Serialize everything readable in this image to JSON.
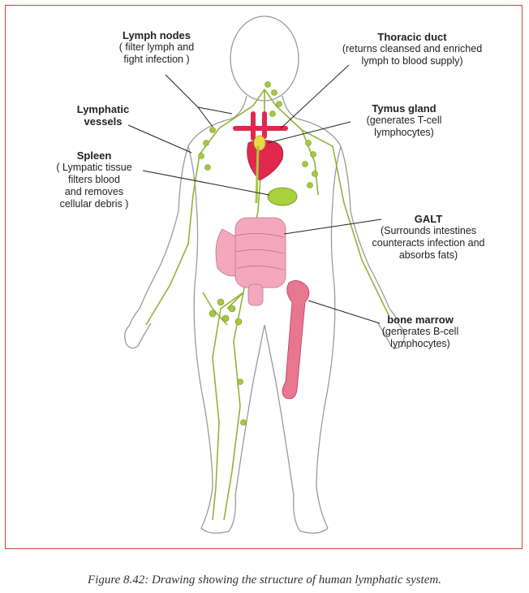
{
  "labels": {
    "lymph_nodes": {
      "title": "Lymph nodes",
      "desc": [
        "( filter lymph and",
        "fight infection )"
      ]
    },
    "lymphatic_vessels": {
      "title": "Lymphatic",
      "title2": "vessels"
    },
    "spleen": {
      "title": "Spleen",
      "desc": [
        "( Lympatic tissue",
        "filters blood",
        "and removes",
        "cellular debris )"
      ]
    },
    "thoracic_duct": {
      "title": "Thoracic duct",
      "desc": [
        "(returns cleansed and enriched",
        "lymph to blood supply)"
      ]
    },
    "thymus": {
      "title": "Tymus gland",
      "desc": [
        "(generates T-cell",
        "lymphocytes)"
      ]
    },
    "galt": {
      "title": "GALT",
      "desc": [
        "(Surrounds intestines",
        "counteracts infection and",
        "absorbs fats)"
      ]
    },
    "bone_marrow": {
      "title": "bone marrow",
      "desc": [
        "(generates B-cell",
        "lymphocytes)"
      ]
    }
  },
  "caption": "Figure 8.42: Drawing showing the structure of human lymphatic system.",
  "colors": {
    "frame": "#c9463d",
    "body_outline": "#9a9a9a",
    "lymph": "#8fb43a",
    "node": "#a8c83c",
    "heart": "#e0284f",
    "spleen": "#a9d13a",
    "intestine": "#f4a8be",
    "bone": "#e9768f",
    "thymus": "#e8d84a"
  }
}
